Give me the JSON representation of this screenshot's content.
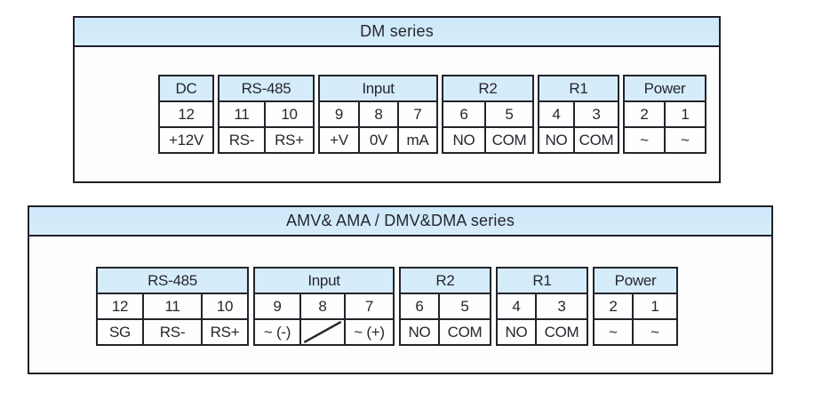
{
  "colors": {
    "panel_border": "#20202a",
    "title_bar_bg": "#cfe9fa",
    "group_header_bg": "#d5ecfb",
    "cell_bg": "#fefefe",
    "text": "#26262e"
  },
  "panels": [
    {
      "title": "DM series",
      "groups": [
        {
          "name": "DC",
          "terminals": [
            {
              "num": "12",
              "label": "+12V"
            }
          ]
        },
        {
          "name": "RS-485",
          "terminals": [
            {
              "num": "11",
              "label": "RS-"
            },
            {
              "num": "10",
              "label": "RS+"
            }
          ]
        },
        {
          "name": "Input",
          "terminals": [
            {
              "num": "9",
              "label": "+V"
            },
            {
              "num": "8",
              "label": "0V"
            },
            {
              "num": "7",
              "label": "mA"
            }
          ]
        },
        {
          "name": "R2",
          "terminals": [
            {
              "num": "6",
              "label": "NO"
            },
            {
              "num": "5",
              "label": "COM"
            }
          ]
        },
        {
          "name": "R1",
          "terminals": [
            {
              "num": "4",
              "label": "NO"
            },
            {
              "num": "3",
              "label": "COM"
            }
          ]
        },
        {
          "name": "Power",
          "terminals": [
            {
              "num": "2",
              "label": "~"
            },
            {
              "num": "1",
              "label": "~"
            }
          ]
        }
      ]
    },
    {
      "title": "AMV& AMA / DMV&DMA series",
      "groups": [
        {
          "name": "RS-485",
          "terminals": [
            {
              "num": "12",
              "label": "SG"
            },
            {
              "num": "11",
              "label": "RS-"
            },
            {
              "num": "10",
              "label": "RS+"
            }
          ]
        },
        {
          "name": "Input",
          "terminals": [
            {
              "num": "9",
              "label": "~ (-)"
            },
            {
              "num": "8",
              "label": "",
              "no_connection": true
            },
            {
              "num": "7",
              "label": "~ (+)"
            }
          ]
        },
        {
          "name": "R2",
          "terminals": [
            {
              "num": "6",
              "label": "NO"
            },
            {
              "num": "5",
              "label": "COM"
            }
          ]
        },
        {
          "name": "R1",
          "terminals": [
            {
              "num": "4",
              "label": "NO"
            },
            {
              "num": "3",
              "label": "COM"
            }
          ]
        },
        {
          "name": "Power",
          "terminals": [
            {
              "num": "2",
              "label": "~"
            },
            {
              "num": "1",
              "label": "~"
            }
          ]
        }
      ]
    }
  ]
}
